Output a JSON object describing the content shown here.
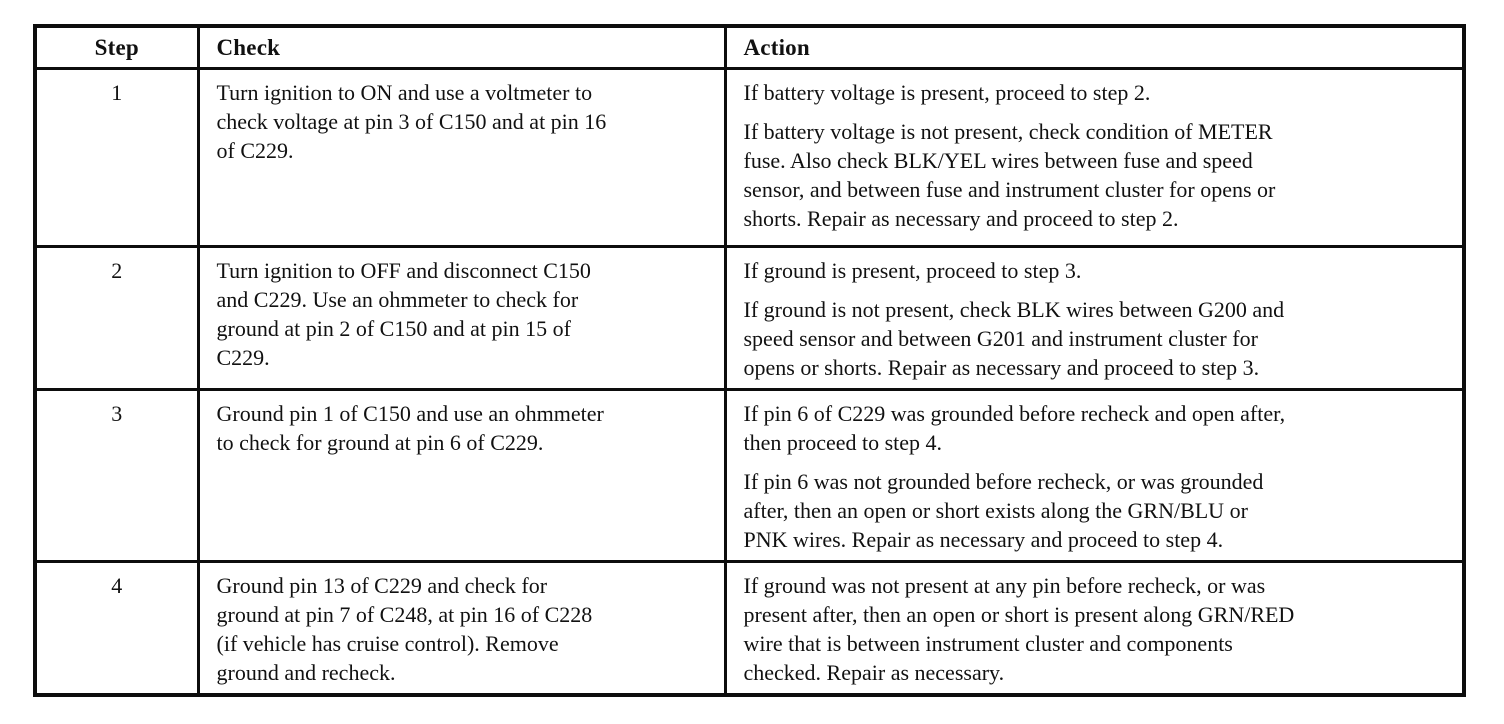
{
  "page": {
    "background_color": "#ffffff",
    "text_color": "#111111",
    "border_color": "#0d0d0d"
  },
  "table": {
    "headers": [
      "Step",
      "Check",
      "Action"
    ],
    "rows": [
      {
        "step": "1",
        "check": "Turn ignition to ON and use a voltmeter to\ncheck voltage at pin 3 of C150 and at pin 16\nof C229.",
        "actions": [
          "If battery voltage is present, proceed to step 2.",
          "If battery voltage is not present, check condition of METER\nfuse. Also check BLK/YEL wires between fuse and speed\nsensor, and between fuse and instrument cluster for opens or\nshorts. Repair as necessary and proceed to step 2."
        ]
      },
      {
        "step": "2",
        "check": "Turn ignition to OFF and disconnect C150\nand C229. Use an ohmmeter to check for\nground at pin 2 of C150 and at pin 15 of\nC229.",
        "actions": [
          "If ground is present, proceed to step 3.",
          "If ground is not present, check BLK wires between G200 and\nspeed sensor and between G201 and instrument cluster for\nopens or shorts. Repair as necessary and proceed to step 3."
        ]
      },
      {
        "step": "3",
        "check": "Ground pin 1 of C150 and use an ohmmeter\nto check for ground at pin 6 of C229.",
        "actions": [
          "If pin 6 of C229 was grounded before recheck and open after,\nthen proceed to step 4.",
          "If pin 6 was not grounded before recheck, or was grounded\nafter, then an open or short exists along the GRN/BLU or\nPNK wires. Repair as necessary and proceed to step 4."
        ]
      },
      {
        "step": "4",
        "check": "Ground pin 13 of C229 and check for\nground at pin 7 of C248, at pin 16 of C228\n(if vehicle has cruise control). Remove\nground and recheck.",
        "actions": [
          "If ground was not present at any pin before recheck, or was\npresent after, then an open or short is present along GRN/RED\nwire that is between instrument cluster and components\nchecked. Repair as necessary."
        ]
      }
    ]
  }
}
